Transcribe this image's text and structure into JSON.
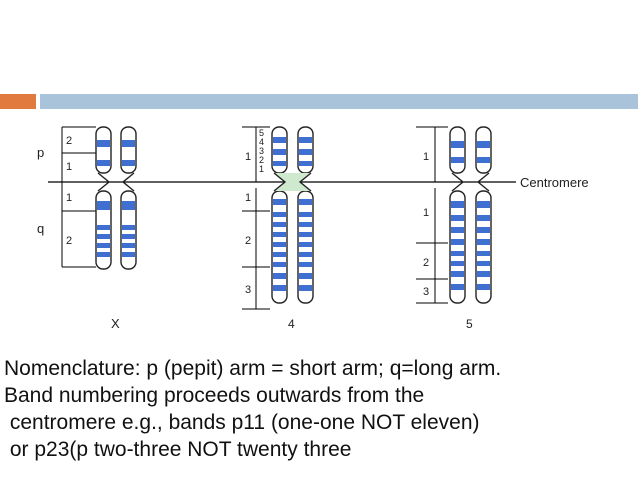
{
  "theme": {
    "accent_orange": "#e07a3f",
    "accent_blue": "#a9c3da",
    "band_blue": "#3f6fd1",
    "centromere_green": "#cfe9cf"
  },
  "arms": {
    "p": "p",
    "q": "q"
  },
  "chromosomes": [
    {
      "label": "X",
      "p_bands": [
        "2",
        "1"
      ],
      "q_bands": [
        "1",
        "2"
      ]
    },
    {
      "label": "4",
      "p_bands": [
        "5",
        "4",
        "3",
        "2",
        "1",
        "1"
      ],
      "q_bands": [
        "1",
        "2",
        "3"
      ]
    },
    {
      "label": "5",
      "p_bands": [
        "1"
      ],
      "q_bands": [
        "1",
        "2",
        "3"
      ]
    }
  ],
  "centromere_label": "Centromere",
  "caption": [
    "Nomenclature: p (pepit) arm = short arm; q=long arm.",
    "Band numbering proceeds outwards from the",
    " centromere e.g., bands p11 (one-one NOT eleven)",
    " or p23(p two-three NOT twenty three"
  ]
}
